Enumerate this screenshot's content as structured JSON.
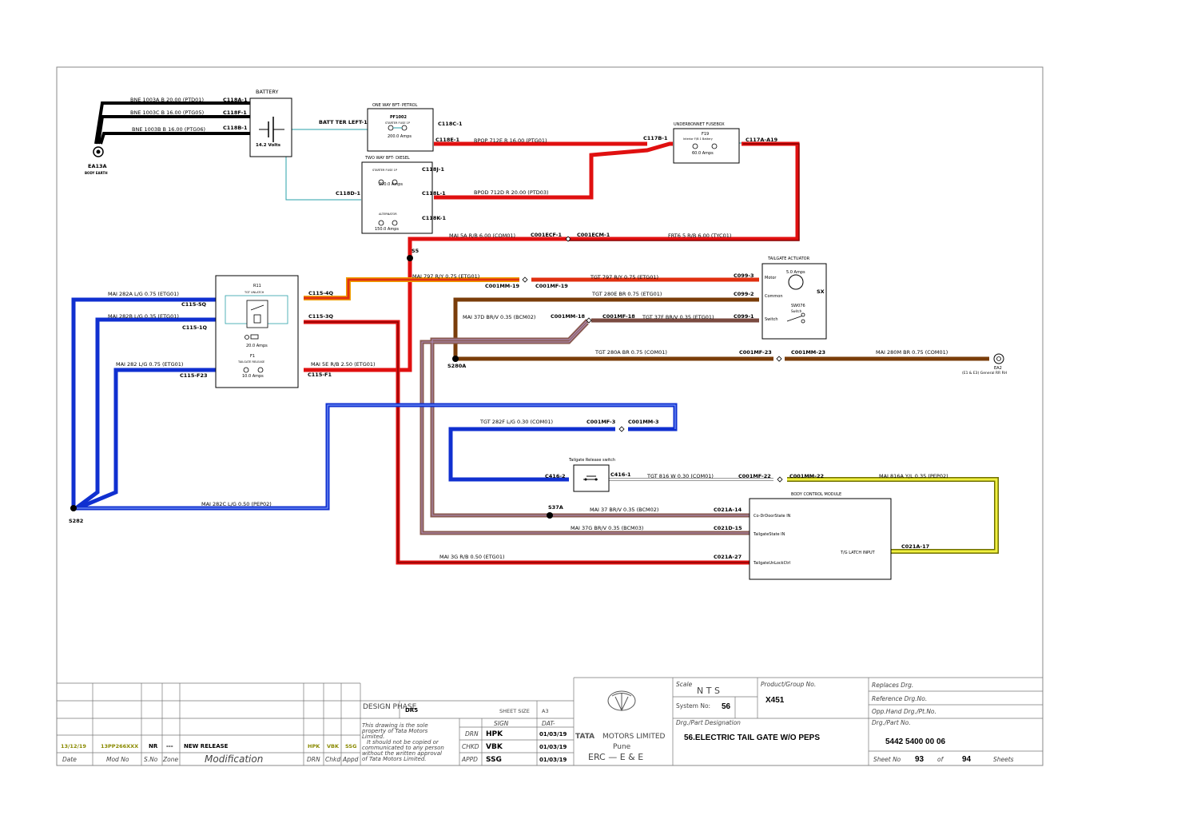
{
  "diagram": {
    "battery": {
      "title": "BATTERY",
      "volts": "14.2 Volts",
      "earth": "EA13A",
      "earth_name": "BODY EARTH"
    },
    "earth_wires": [
      "BNE  1003A  B  20.00  (PTD01)",
      "BNE  1003C  B  16.00  (PTG05)",
      "BNE  1003B  B  16.00  (PTG06)"
    ],
    "battery_conns": [
      "C118A-1",
      "C118F-1",
      "C118B-1"
    ],
    "bat_ter": "BATT TER LEFT-1",
    "one_way": {
      "title": "ONE WAY BFT- PETROL",
      "fuse": "PF1002",
      "fuse_label": "STARTER FUSE 1P",
      "amps": "200.0 Amps",
      "c_top": "C118C-1",
      "c_bot": "C118E-1"
    },
    "two_way": {
      "title": "TWO WAY BFT- DIESEL",
      "f1_label": "STARTER FUSE 1P",
      "f1_amps": "200.0 Amps",
      "f2_label": "ALTERNATOR",
      "f2_amps": "150.0 Amps",
      "c1": "C118J-1",
      "c2": "C118L-1",
      "c3": "C118K-1",
      "c_in": "C118D-1"
    },
    "underbonnet": {
      "title": "UNDERBONNET FUSEBOX",
      "fuse": "F19",
      "fuse_label": "Interior F/B 1 Battery",
      "amps": "60.0 Amps",
      "c_in": "C117B-1",
      "c_out": "C117A-A19"
    },
    "wires": {
      "bpop": "BPOP  712E  R  16.00  (PTG01)",
      "bpod": "BPOD  712D  R  20.00  (PTD03)",
      "mai5a": "MAI  5A  R/B  6.00  (COM01)",
      "frt6": "FRT6  5  R/B  6.00  (TYC01)",
      "mai797": "MAI  797  R/Y  0.75  (ETG01)",
      "tgt797": "TGT  797  R/Y  0.75  (ETG01)",
      "tgt280e": "TGT  280E  BR  0.75  (ETG01)",
      "mai37d": "MAI  37D  BR/V  0.35  (BCM02)",
      "tgt37f": "TGT  37F  BR/V  0.35  (ETG01)",
      "tgt280a": "TGT  280A  BR  0.75  (COM01)",
      "mai280m": "MAI  280M  BR  0.75  (COM01)",
      "mai282a": "MAI  282A  L/G  0.75  (ETG01)",
      "mai282b": "MAI  282B  L/G  0.35  (ETG01)",
      "mai282": "MAI  282  L/G  0.75  (ETG01)",
      "mai5e": "MAI  5E  R/B  2.50  (ETG01)",
      "tgt282f": "TGT  282F  L/G  0.30  (COM01)",
      "tgt816": "TGT     816  W  0.30  (COM01)",
      "mai816a": "MAI  816A  Y/L  0.35  (PEP02)",
      "mai282c": "MAI       282C  L/G  0.50  (PEP02)",
      "mai37": "MAI  37  BR/V  0.35  (BCM02)",
      "mai37g": "MAI  37G  BR/V  0.35  (BCM03)",
      "mai3g": "MAI       3G  R/B  0.50  (ETG01)"
    },
    "conns": {
      "c001ecf": "C001ECF-1",
      "c001ecm": "C001ECM-1",
      "s5": "S5",
      "c001mm19": "C001MM-19",
      "c001mf19": "C001MF-19",
      "c099_3": "C099-3",
      "c099_2": "C099-2",
      "c099_1": "C099-1",
      "c001mm18": "C001MM-18",
      "c001mf18": "C001MF-18",
      "c001mf23": "C001MF-23",
      "c001mm23": "C001MM-23",
      "s280a": "S280A",
      "c115_4q": "C115-4Q",
      "c115_3q": "C115-3Q",
      "c115_f1": "C115-F1",
      "c115_5q": "C115-5Q",
      "c115_1q": "C115-1Q",
      "c115_f23": "C115-F23",
      "s282": "S282",
      "c001mf3": "C001MF-3",
      "c001mm3": "C001MM-3",
      "c416_2": "C416-2",
      "c416_1": "C416-1",
      "c001mf22": "C001MF-22",
      "c001mm22": "C001MM-22",
      "s37a": "S37A",
      "c021a14": "C021A-14",
      "c021d15": "C021D-15",
      "c021a27": "C021A-27",
      "c021a17": "C021A-17",
      "sx": "SX"
    },
    "relay": {
      "name": "R11",
      "label": "TGT UNLATCH",
      "amps": "20.0 Amps",
      "fuse": "F1",
      "fuse_label": "TAILGATE RELEASE",
      "fuse_amps": "10.0 Amps"
    },
    "actuator": {
      "title": "TAILGATE ACTUATOR",
      "amps": "5.0 Amps",
      "motor": "Motor",
      "common": "Common",
      "switch_name": "SW076",
      "switch_sub": "Switch",
      "switch": "Switch"
    },
    "ea2": {
      "name": "EA2",
      "sub": "(E1 & E3) General RR RH"
    },
    "tg_switch": "Tailgate Release switch",
    "bcm": {
      "title": "BODY CONTROL MODULE",
      "pin1": "Co-DrDoorState IN",
      "pin2": "TailgateState IN",
      "pin3": "TailgateUnLockCtrl",
      "pin4": "T/G LATCH INPUT"
    }
  },
  "titleblock": {
    "rev_date": "13/12/19",
    "rev_mod": "13PP266XXX",
    "rev_sno": "NR",
    "rev_zone": "---",
    "rev_desc": "NEW RELEASE",
    "rev_drn": "HPK",
    "rev_chkd": "VBK",
    "rev_appd": "SSG",
    "h_date": "Date",
    "h_mod": "Mod No",
    "h_sno": "S.No",
    "h_zone": "Zone",
    "h_modif": "Modification",
    "h_drn": "DRN",
    "h_chkd": "Chkd",
    "h_appd": "Appd",
    "design_phase": "DESIGN PHASE",
    "phase": "DR5",
    "sheet_size_label": "SHEET SIZE",
    "sheet_size": "A3",
    "sign": "SIGN",
    "dat": "DAT-",
    "notice": [
      "This drawing is the sole",
      "property of Tata Motors",
      "Limited.",
      "It should not be copied or",
      "communicated to any person",
      "without the written approval",
      "of Tata Motors Limited."
    ],
    "drn_l": "DRN",
    "drn_n": "HPK",
    "drn_d": "01/03/19",
    "chkd_l": "CHKD",
    "chkd_n": "VBK",
    "chkd_d": "01/03/19",
    "appd_l": "APPD",
    "appd_n": "SSG",
    "appd_d": "01/03/19",
    "company1": "TATA",
    "company2": "MOTORS LIMITED",
    "city": "Pune",
    "dept": "ERC — E & E",
    "scale_l": "Scale",
    "scale": "N T S",
    "system_l": "System No:",
    "system": "56",
    "product_l": "Product/Group No.",
    "product": "X451",
    "part_desig_l": "Drg./Part Designation",
    "part_desig": "56.ELECTRIC TAIL GATE W/O PEPS",
    "replaces_l": "Replaces Drg.",
    "reference_l": "Reference Drg.No.",
    "opp_l": "Opp.Hand Drg./Pt.No.",
    "part_no_l": "Drg./Part No.",
    "part_no": "5442 5400 00 06",
    "sheet_l": "Sheet No",
    "sheet": "93",
    "of_l": "of",
    "sheets": "94",
    "sheets_l": "Sheets"
  }
}
